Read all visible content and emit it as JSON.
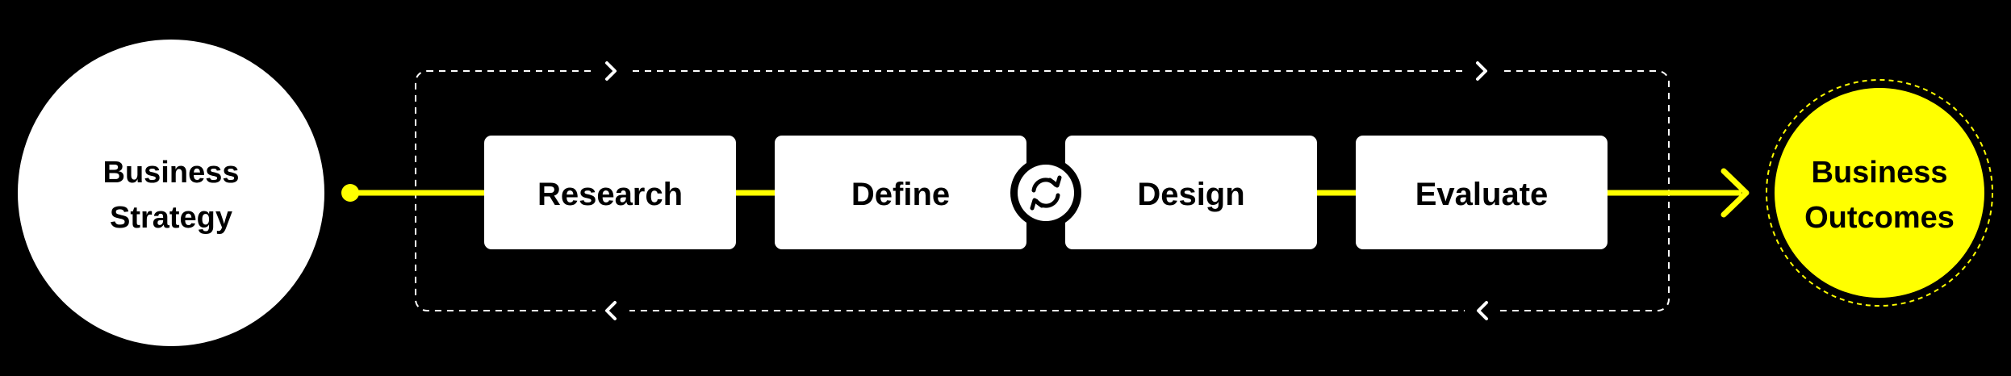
{
  "colors": {
    "background": "#000000",
    "accent": "#FFFF00",
    "box_fill": "#FFFFFF",
    "text": "#000000",
    "loop_border": "#FFFFFF"
  },
  "start": {
    "line1": "Business",
    "line2": "Strategy"
  },
  "end": {
    "line1": "Business",
    "line2": "Outcomes"
  },
  "steps": [
    {
      "label": "Research"
    },
    {
      "label": "Define"
    },
    {
      "label": "Design"
    },
    {
      "label": "Evaluate"
    }
  ],
  "icons": {
    "cycle": "refresh-cycle-icon",
    "arrow_right": "chevron-right-icon",
    "arrow_left": "chevron-left-icon",
    "arrowhead": "arrowhead-right-icon",
    "start_dot": "connector-dot-icon"
  }
}
